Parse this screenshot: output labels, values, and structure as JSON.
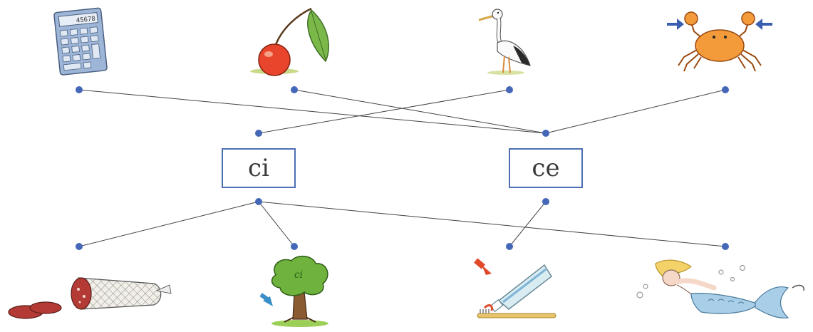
{
  "boxes": {
    "left": "ci",
    "right": "ce"
  },
  "top_pictures": [
    {
      "icon": "calculator-icon"
    },
    {
      "icon": "cherry-icon"
    },
    {
      "icon": "stork-icon"
    },
    {
      "icon": "crab-icon"
    }
  ],
  "bottom_pictures": [
    {
      "icon": "salami-icon"
    },
    {
      "icon": "tree-icon"
    },
    {
      "icon": "toothpaste-icon"
    },
    {
      "icon": "mermaid-icon"
    }
  ],
  "calculator_display": "45678",
  "tree_mark": "ci",
  "connections": {
    "ci": [
      "stork",
      "salami",
      "tree",
      "mermaid"
    ],
    "ce": [
      "calculator",
      "cherry",
      "crab",
      "toothpaste"
    ]
  },
  "colors": {
    "dot": "#4467b8",
    "line": "#444444",
    "box_border": "#4d6fb3"
  }
}
